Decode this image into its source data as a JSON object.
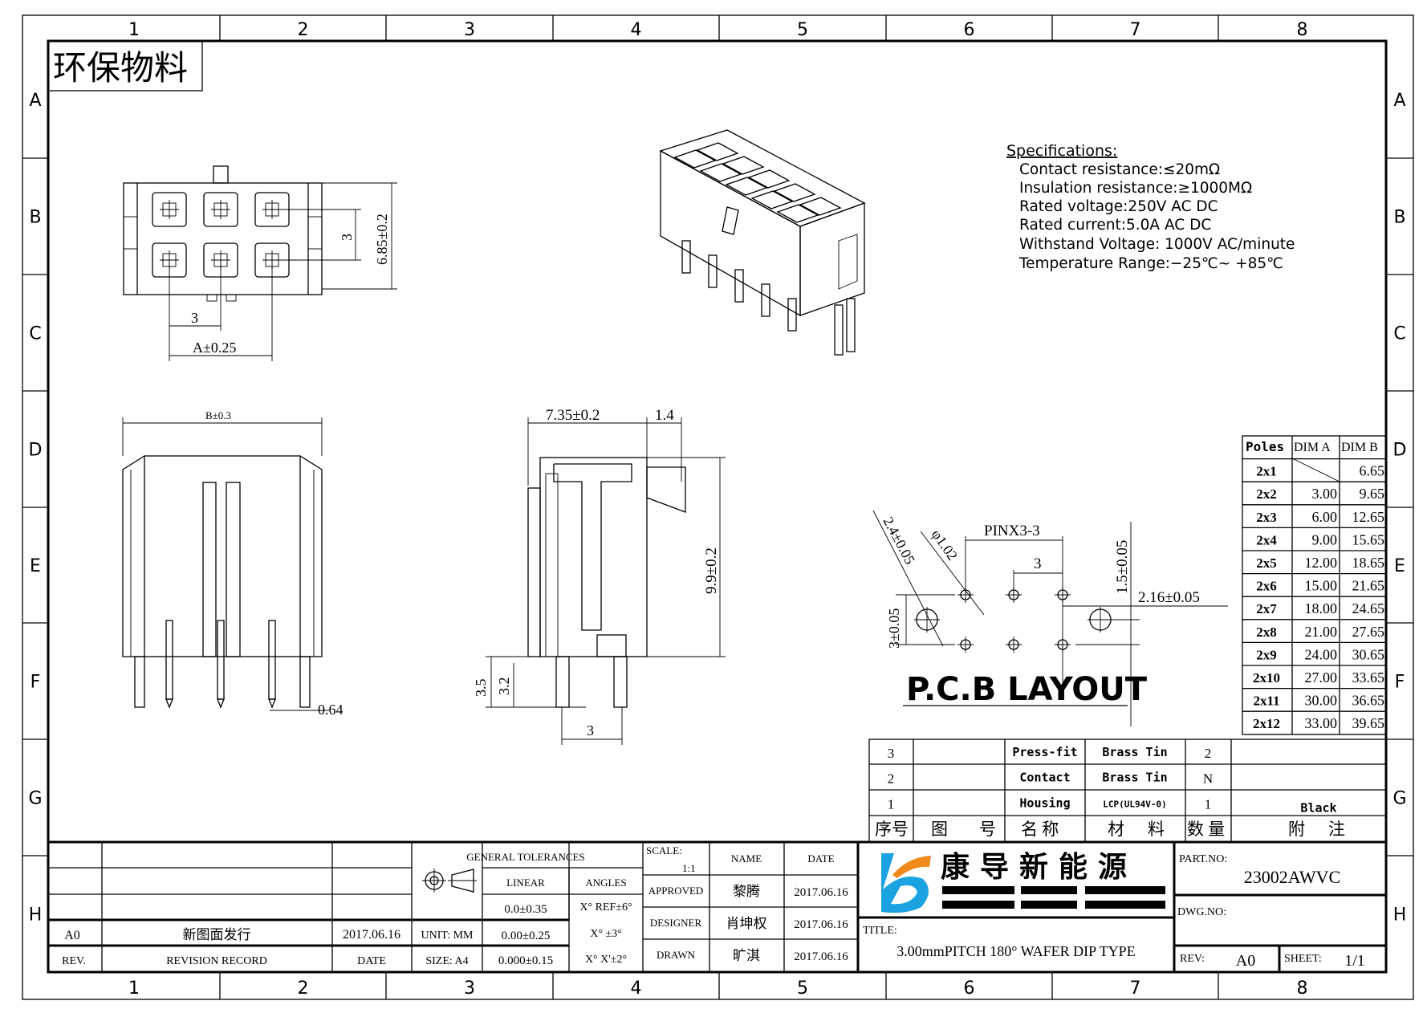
{
  "frame": {
    "columns": [
      "1",
      "2",
      "3",
      "4",
      "5",
      "6",
      "7",
      "8"
    ],
    "rows": [
      "A",
      "B",
      "C",
      "D",
      "E",
      "F",
      "G",
      "H"
    ],
    "eco_label": "环保物料"
  },
  "specifications": {
    "heading": "Specifications:",
    "lines": [
      "Contact  resistance:≤20mΩ",
      "Insulation  resistance:≥1000MΩ",
      "Rated  voltage:250V  AC  DC",
      "Rated  current:5.0A  AC  DC",
      "Withstand  Voltage: 1000V  AC/minute",
      "Temperature  Range:−25℃~  +85℃"
    ]
  },
  "top_view": {
    "dim_height": "6.85±0.2",
    "dim_row_pitch": "3",
    "dim_col_pitch": "3",
    "dim_a": "A±0.25"
  },
  "front_view": {
    "dim_b": "B±0.3",
    "dim_pin": "0.64"
  },
  "side_view": {
    "dim_depth": "7.35±0.2",
    "dim_latch": "1.4",
    "dim_height": "9.9±0.2",
    "dim_pin1": "3.5",
    "dim_pin2": "3.2",
    "dim_pitch": "3"
  },
  "pcb_layout": {
    "title": "P.C.B LAYOUT",
    "dim_pins": "PINX3-3",
    "dim_pitch": "3",
    "dim_offset_v": "1.5±0.05",
    "dim_offset_h": "2.16±0.05",
    "dim_row": "3±0.05",
    "dim_peg": "2.4±0.05",
    "dim_hole": "φ1.02"
  },
  "dim_table": {
    "headers": [
      "Poles",
      "DIM A",
      "DIM B"
    ],
    "rows": [
      [
        "2x1",
        "",
        "6.65"
      ],
      [
        "2x2",
        "3.00",
        "9.65"
      ],
      [
        "2x3",
        "6.00",
        "12.65"
      ],
      [
        "2x4",
        "9.00",
        "15.65"
      ],
      [
        "2x5",
        "12.00",
        "18.65"
      ],
      [
        "2x6",
        "15.00",
        "21.65"
      ],
      [
        "2x7",
        "18.00",
        "24.65"
      ],
      [
        "2x8",
        "21.00",
        "27.65"
      ],
      [
        "2x9",
        "24.00",
        "30.65"
      ],
      [
        "2x10",
        "27.00",
        "33.65"
      ],
      [
        "2x11",
        "30.00",
        "36.65"
      ],
      [
        "2x12",
        "33.00",
        "39.65"
      ]
    ]
  },
  "bom": {
    "rows": [
      {
        "no": "3",
        "drawing": "",
        "name": "Press-fit",
        "material": "Brass Tin",
        "qty": "2",
        "note": ""
      },
      {
        "no": "2",
        "drawing": "",
        "name": "Contact",
        "material": "Brass Tin",
        "qty": "N",
        "note": ""
      },
      {
        "no": "1",
        "drawing": "",
        "name": "Housing",
        "material": "LCP(UL94V-0)",
        "qty": "1",
        "note": "Black"
      }
    ],
    "headers": {
      "no": "序号",
      "drawing_a": "图",
      "drawing_b": "号",
      "name": "名 称",
      "material_a": "材",
      "material_b": "料",
      "qty": "数 量",
      "note_a": "附",
      "note_b": "注"
    }
  },
  "revision": {
    "rev": "A0",
    "record": "新图面发行",
    "date": "2017.06.16",
    "rev_label": "REV.",
    "record_label": "REVISION RECORD",
    "date_label": "DATE"
  },
  "tolerances": {
    "heading": "GENERAL TOLERANCES",
    "linear_label": "LINEAR",
    "angles_label": "ANGLES",
    "linear": [
      "0.0±0.35",
      "0.00±0.25",
      "0.000±0.15"
    ],
    "angles": [
      "X° REF±6°",
      "X°  ±3°",
      "X° X'±2°"
    ],
    "unit": "UNIT: MM",
    "size": "SIZE: A4"
  },
  "approvals": {
    "scale_label": "SCALE:",
    "scale": "1:1",
    "name_label": "NAME",
    "date_label": "DATE",
    "rows": [
      {
        "role": "APPROVED",
        "name": "黎腾",
        "date": "2017.06.16"
      },
      {
        "role": "DESIGNER",
        "name": "肖坤权",
        "date": "2017.06.16"
      },
      {
        "role": "DRAWN",
        "name": "旷淇",
        "date": "2017.06.16"
      }
    ]
  },
  "company": {
    "name": "康 导 新 能 源",
    "logo_colors": {
      "blue": "#1aa3e0",
      "orange": "#f08a1c"
    }
  },
  "title_block": {
    "title_label": "TITLE:",
    "title": "3.00mmPITCH 180° WAFER DIP TYPE",
    "part_no_label": "PART.NO:",
    "part_no": "23002AWVC",
    "dwg_no_label": "DWG.NO:",
    "rev_label": "REV:",
    "rev": "A0",
    "sheet_label": "SHEET:",
    "sheet": "1/1"
  }
}
